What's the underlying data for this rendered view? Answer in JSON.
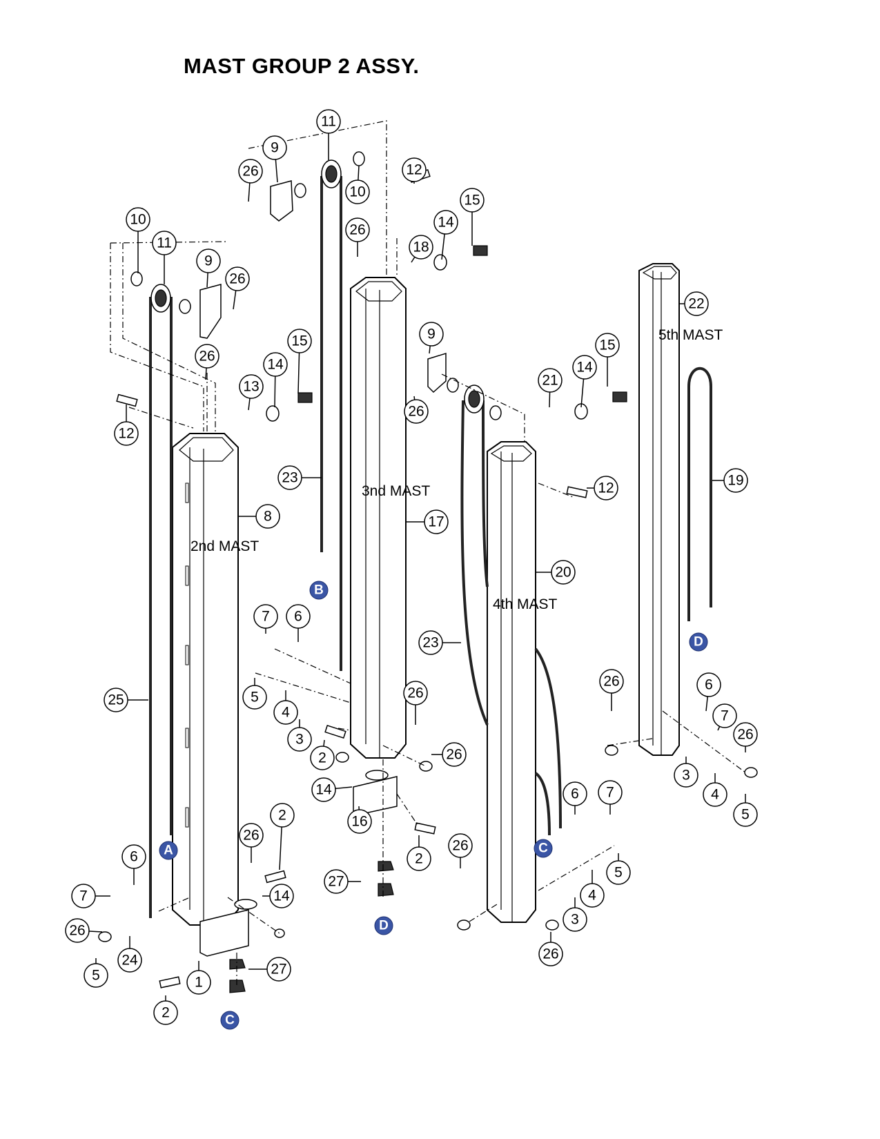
{
  "title": "MAST GROUP 2 ASSY.",
  "mast_labels": {
    "second": "2nd MAST",
    "third": "3nd MAST",
    "fourth": "4th MAST",
    "fifth": "5th MAST"
  },
  "callouts": [
    "11",
    "9",
    "26",
    "10",
    "12",
    "15",
    "14",
    "26",
    "18",
    "10",
    "11",
    "9",
    "26",
    "26",
    "15",
    "14",
    "13",
    "12",
    "23",
    "8",
    "17",
    "9",
    "26",
    "21",
    "14",
    "15",
    "22",
    "12",
    "19",
    "20",
    "7",
    "6",
    "5",
    "4",
    "3",
    "23",
    "26",
    "2",
    "26",
    "14",
    "16",
    "2",
    "25",
    "26",
    "2",
    "6",
    "7",
    "14",
    "26",
    "24",
    "5",
    "1",
    "2",
    "27",
    "27",
    "6",
    "7",
    "26",
    "5",
    "4",
    "3",
    "26",
    "26",
    "6",
    "7",
    "26",
    "3",
    "4",
    "5"
  ],
  "reference_markers": [
    "A",
    "B",
    "C",
    "D",
    "C",
    "D"
  ]
}
